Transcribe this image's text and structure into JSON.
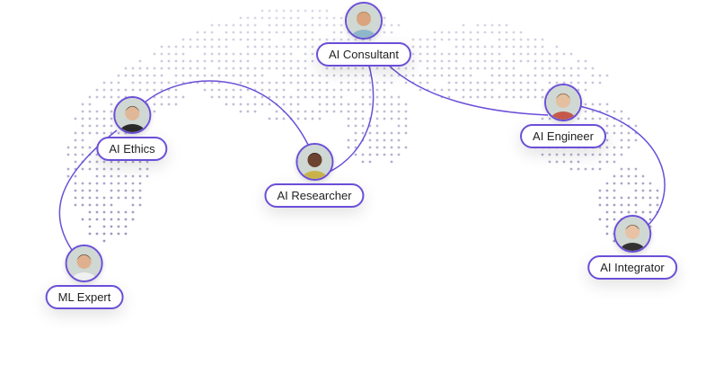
{
  "colors": {
    "accent": "#6b4fd8",
    "dot": "#7a74a8"
  },
  "nodes": [
    {
      "label": "AI Consultant",
      "skin": "#d9a47e",
      "shirt": "#8fb7c9",
      "hair": "#a0703a"
    },
    {
      "label": "AI Ethics",
      "skin": "#e0b898",
      "shirt": "#2b2b2b",
      "hair": "#2a2a2a"
    },
    {
      "label": "AI Researcher",
      "skin": "#6b4330",
      "shirt": "#c9b34a",
      "hair": "#1e1410"
    },
    {
      "label": "AI Engineer",
      "skin": "#e4bfa0",
      "shirt": "#c65a4a",
      "hair": "#5a3b22"
    },
    {
      "label": "AI Integrator",
      "skin": "#e8c2a5",
      "shirt": "#333",
      "hair": "#3b2418"
    },
    {
      "label": "ML Expert",
      "skin": "#dfb08e",
      "shirt": "#f0f0f0",
      "hair": "#3a2a1e"
    }
  ]
}
